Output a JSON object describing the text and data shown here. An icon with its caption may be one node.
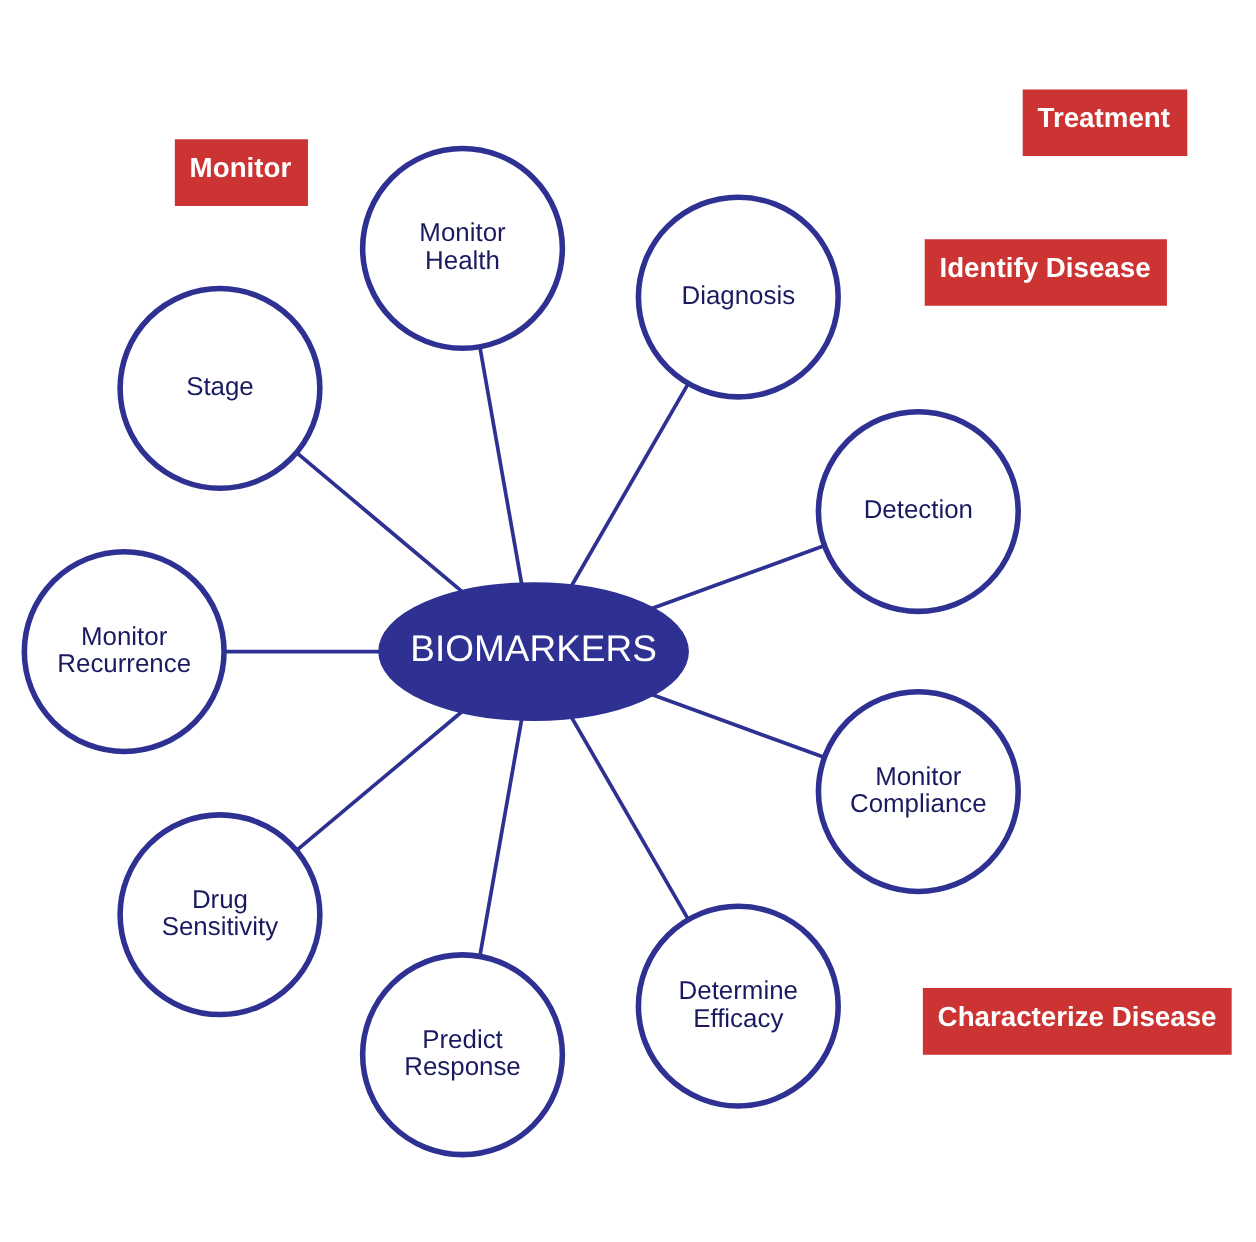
{
  "diagram": {
    "nodes": [
      {
        "text": [
          "BIOMARKERS"
        ]
      },
      {
        "text": [
          "Detection"
        ]
      },
      {
        "text": [
          "Diagnosis"
        ]
      },
      {
        "text": [
          "Monitor Health"
        ]
      },
      {
        "text": [
          "Stage"
        ]
      },
      {
        "text": [
          "Monitor Recurrence"
        ]
      },
      {
        "text": [
          "Drug Sensitivity"
        ]
      },
      {
        "text": [
          "Predict Response"
        ]
      },
      {
        "text": [
          "Determine Efficacy"
        ]
      },
      {
        "text": [
          "Monitor Compliance"
        ]
      }
    ],
    "edges": [
      {
        "from": 0,
        "to": 1,
        "arrow": "none"
      },
      {
        "from": 0,
        "to": 2,
        "arrow": "none"
      },
      {
        "from": 0,
        "to": 3,
        "arrow": "none"
      },
      {
        "from": 0,
        "to": 4,
        "arrow": "none"
      },
      {
        "from": 0,
        "to": 5,
        "arrow": "none"
      },
      {
        "from": 0,
        "to": 6,
        "arrow": "none"
      },
      {
        "from": 0,
        "to": 7,
        "arrow": "none"
      },
      {
        "from": 0,
        "to": 8,
        "arrow": "none"
      },
      {
        "from": 0,
        "to": 9,
        "arrow": "none"
      }
    ],
    "labels": [
      "Identify Disease",
      "Monitor",
      "Characterize Disease",
      "Treatment"
    ]
  }
}
